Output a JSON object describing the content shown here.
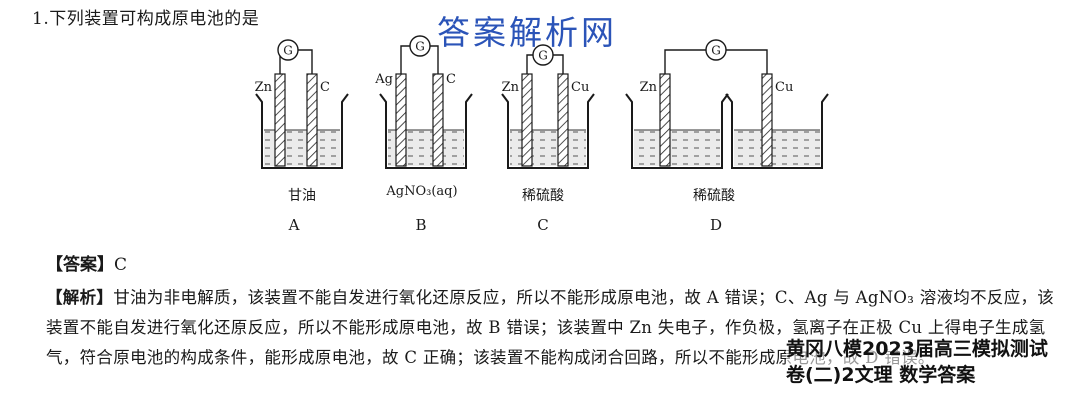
{
  "question": "1.下列装置可构成原电池的是",
  "watermark_top": "答案解析网",
  "galvanometer": "G",
  "figures": [
    {
      "left_electrode": "Zn",
      "right_electrode": "C",
      "solution": "甘油",
      "label": "A"
    },
    {
      "left_electrode": "Ag",
      "right_electrode": "C",
      "solution": "AgNO₃(aq)",
      "label": "B"
    },
    {
      "left_electrode": "Zn",
      "right_electrode": "Cu",
      "solution": "稀硫酸",
      "label": "C"
    },
    {
      "left_electrode": "Zn",
      "right_electrode": "Cu",
      "solution": "稀硫酸",
      "label": "D"
    }
  ],
  "answer": {
    "label": "【答案】",
    "value": "C"
  },
  "explanation": {
    "label": "【解析】",
    "text": "甘油为非电解质，该装置不能自发进行氧化还原反应，所以不能形成原电池，故 A 错误；C、Ag 与 AgNO₃ 溶液均不反应，该装置不能自发进行氧化还原反应，所以不能形成原电池，故 B 错误；该装置中 Zn 失电子，作负极，氢离子在正极 Cu 上得电子生成氢气，符合原电池的构成条件，能形成原电池，故 C 正确；该装置不能构成闭合回路，所以不能形成原电池，故 D 错误。"
  },
  "watermark_bottom": {
    "line1": "黄冈八模2023届高三模拟测试",
    "line2": "卷(二)2文理 数学答案"
  }
}
